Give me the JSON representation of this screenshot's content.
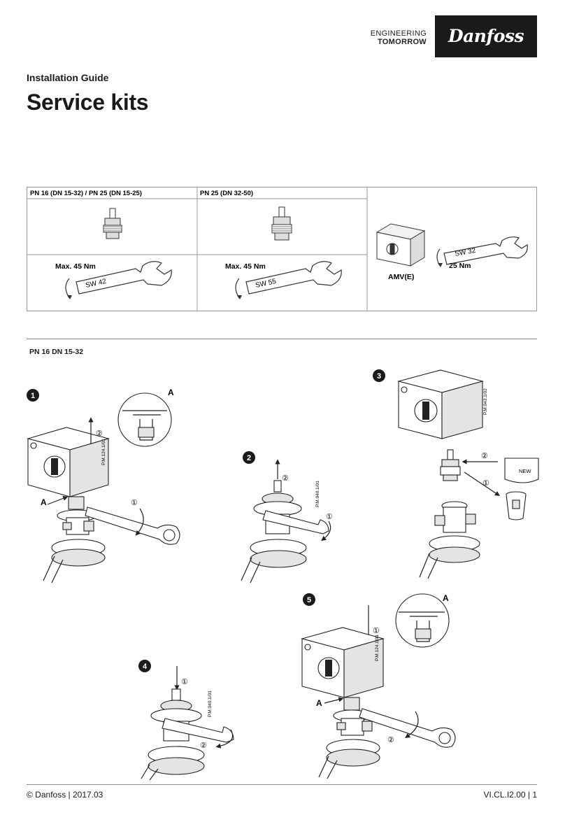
{
  "header": {
    "tagline_line1": "ENGINEERING",
    "tagline_line2": "TOMORROW",
    "brand": "Danfoss"
  },
  "document": {
    "type": "Installation Guide",
    "title": "Service kits"
  },
  "kit_table": {
    "col1_header": "PN 16 (DN 15-32) / PN 25 (DN 15-25)",
    "col2_header": "PN 25 (DN 32-50)",
    "col1_torque": "Max. 45  Nm",
    "col1_wrench": "SW 42",
    "col2_torque": "Max. 45 Nm",
    "col2_wrench": "SW 55",
    "col3_actuator": "AMV(E)",
    "col3_wrench": "SW 32",
    "col3_torque": "25 Nm"
  },
  "section": {
    "title": "PN 16 DN 15-32"
  },
  "steps": {
    "s1": {
      "number": "1",
      "callout": "A",
      "arrow_up": "②",
      "arrow_turn": "①",
      "pointer": "A",
      "ref": "P.M.124.1/01"
    },
    "s2": {
      "number": "2",
      "arrow_up": "②",
      "arrow_turn": "①",
      "ref": "P.M.040.1/01"
    },
    "s3": {
      "number": "3",
      "new_label": "NEW",
      "arrow_in": "②",
      "arrow_out": "①",
      "ref": "P.M.043.1/02"
    },
    "s4": {
      "number": "4",
      "arrow_down": "①",
      "arrow_turn": "②",
      "ref": "P.M.040.1/01"
    },
    "s5": {
      "number": "5",
      "callout": "A",
      "arrow_down": "①",
      "arrow_turn": "②",
      "pointer": "A",
      "ref": "P.M.124.1/01"
    }
  },
  "footer": {
    "copyright": "© Danfoss | 2017.03",
    "doc_code": "VI.CL.I2.00 | 1"
  }
}
